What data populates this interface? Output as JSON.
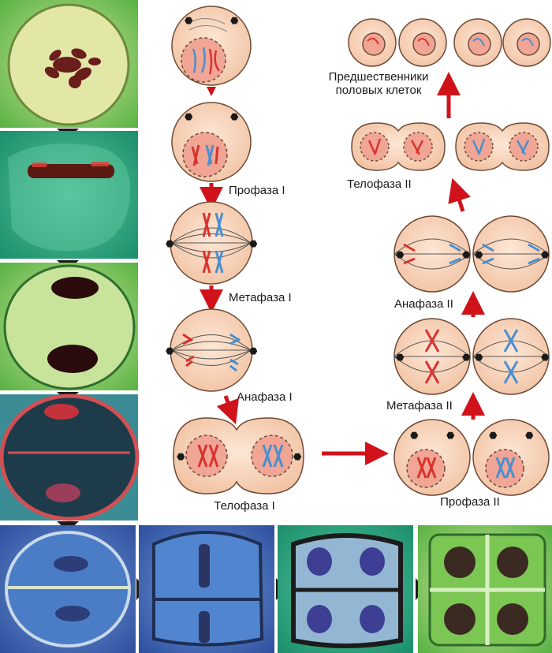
{
  "labels": {
    "prophase1": "Профаза I",
    "metaphase1": "Метафаза I",
    "anaphase1": "Анафаза I",
    "telophase1": "Телофаза I",
    "prophase2": "Профаза II",
    "metaphase2": "Метафаза II",
    "anaphase2": "Анафаза II",
    "telophase2": "Телофаза II",
    "precursors_line1": "Предшественники",
    "precursors_line2": "половых клеток"
  },
  "colors": {
    "cell_fill": "#f9d6bf",
    "cell_stroke": "#6e4a36",
    "nucleus_fill": "#f1a595",
    "chrom_red": "#d9332f",
    "chrom_blue": "#4a8fd0",
    "arrow_red": "#d0131b",
    "micro_green": "#7fc94a",
    "micro_teal": "#2fb08a",
    "micro_blue": "#3a66b8"
  }
}
